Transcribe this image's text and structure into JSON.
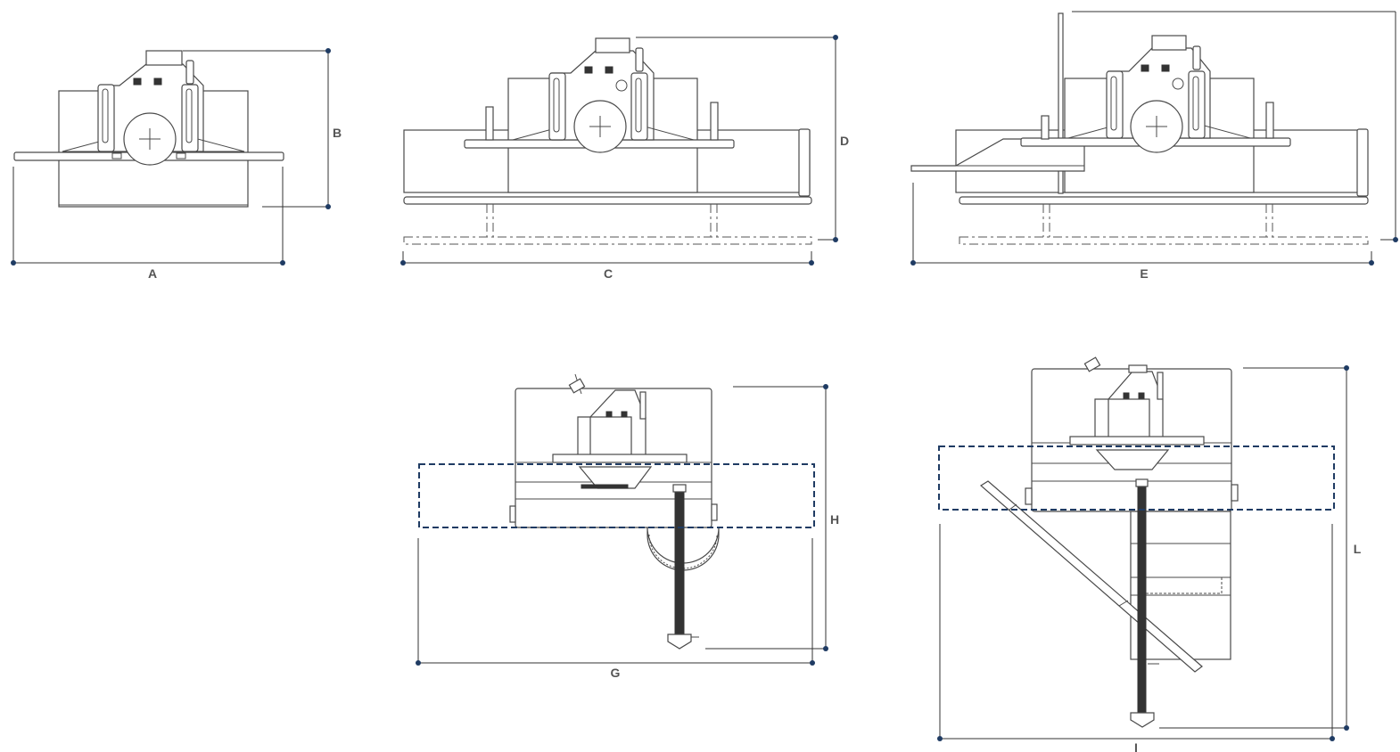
{
  "labels": {
    "a": "A",
    "b": "B",
    "c": "C",
    "d": "D",
    "e": "E",
    "g": "G",
    "h": "H",
    "i": "I",
    "l": "L"
  },
  "colors": {
    "dimension_dot": "#1f3b63",
    "work_area_outline": "#1f3b63",
    "drawing_line": "#4a4a4a"
  }
}
